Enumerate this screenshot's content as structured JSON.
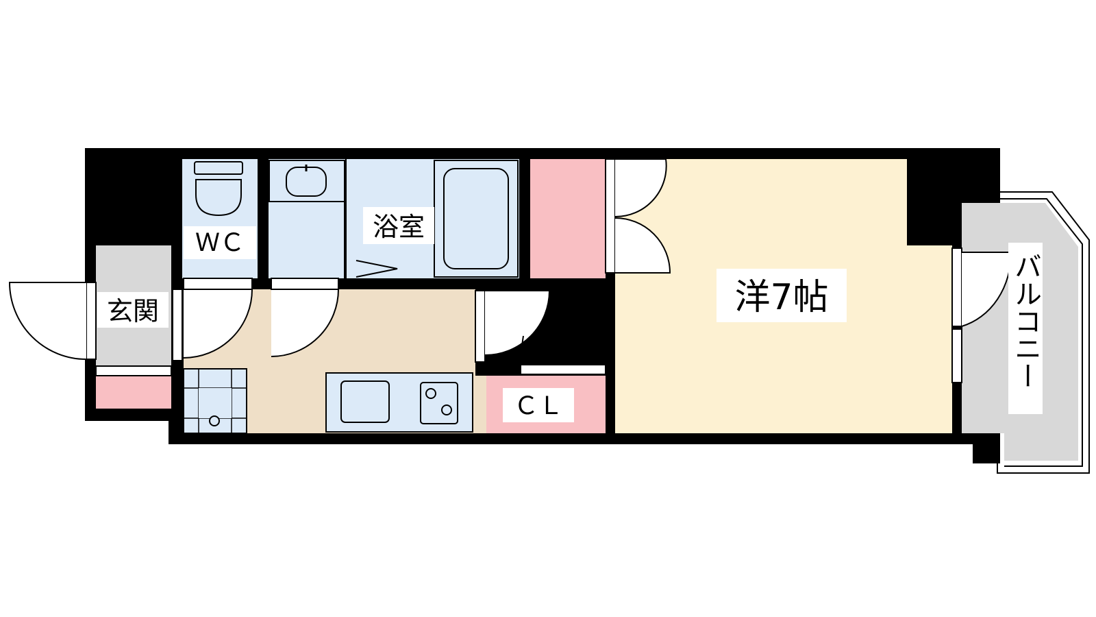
{
  "rooms": {
    "wc": "ＷＣ",
    "bath": "浴室",
    "entrance": "玄関",
    "closet": "ＣＬ",
    "western_room": "洋7帖",
    "balcony": "バルコニー"
  },
  "colors": {
    "wall": "#000000",
    "western_floor": "#fdf1d2",
    "kitchen_floor": "#efdfc7",
    "wet_area": "#dceaf8",
    "storage": "#f9bfc3",
    "entrance_floor": "#d8d8d8",
    "balcony_floor": "#d8d8d8"
  }
}
